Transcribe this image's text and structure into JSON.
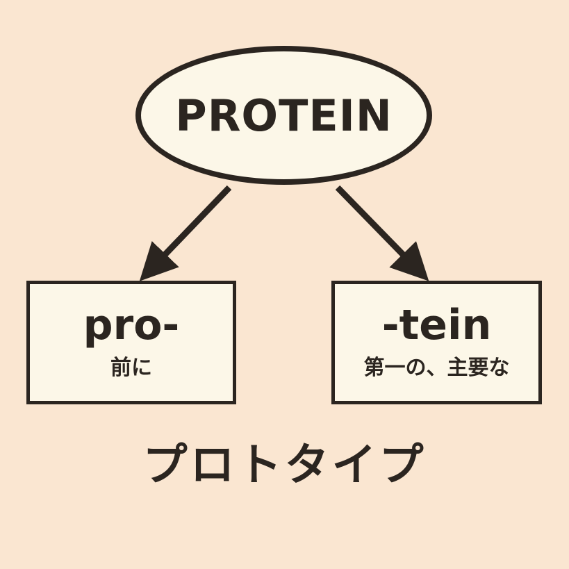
{
  "diagram": {
    "root": {
      "label": "PROTEIN"
    },
    "parts": [
      {
        "label": "pro-",
        "meaning": "前に"
      },
      {
        "label": "-tein",
        "meaning": "第一の、主要な"
      }
    ],
    "related_word": "プロトタイプ"
  },
  "colors": {
    "background": "#fae6d1",
    "node_fill": "#fcf7e8",
    "ink": "#2b2520"
  }
}
